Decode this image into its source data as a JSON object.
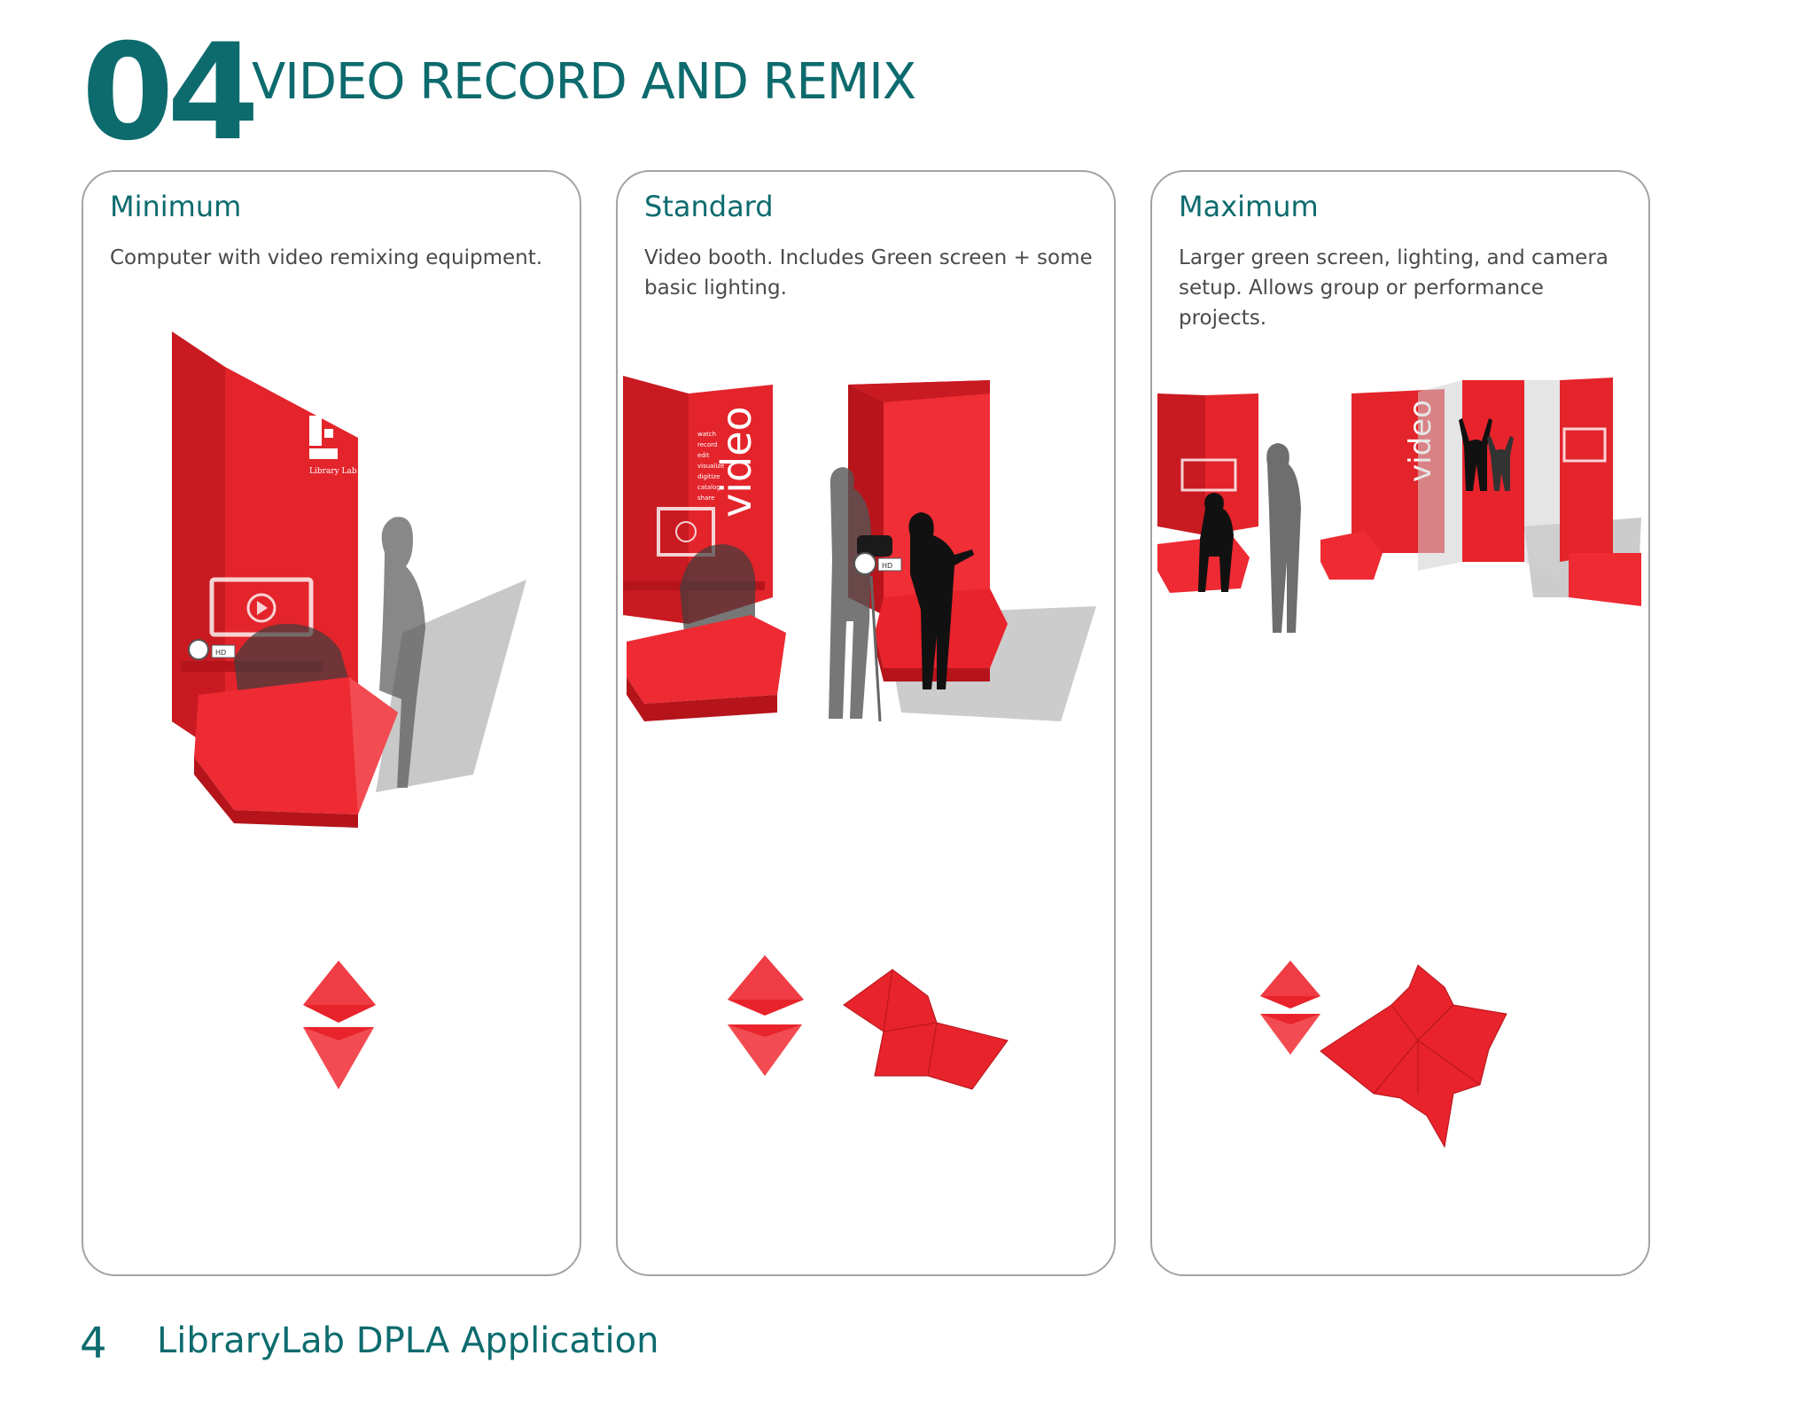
{
  "header": {
    "number": "04",
    "title": "VIDEO RECORD AND REMIX"
  },
  "panels": [
    {
      "heading": "Minimum",
      "description": "Computer with video remixing equipment.",
      "booth_logo_text": "Library Lab",
      "camera_badge": "HD"
    },
    {
      "heading": "Standard",
      "description": "Video booth. Includes Green screen + some basic lighting.",
      "wall_text": "video",
      "wall_menu": [
        "watch",
        "record",
        "edit",
        "visualize",
        "digitize",
        "catalog",
        "share"
      ],
      "camera_badge": "HD"
    },
    {
      "heading": "Maximum",
      "description": "Larger green screen, lighting, and camera setup. Allows group or performance projects.",
      "wall_text": "video"
    }
  ],
  "footer": {
    "page_number": "4",
    "title": "LibraryLab DPLA Application"
  },
  "colors": {
    "accent": "#0d6b6e",
    "booth_red": "#e8232b",
    "border": "#a3a3a3"
  }
}
